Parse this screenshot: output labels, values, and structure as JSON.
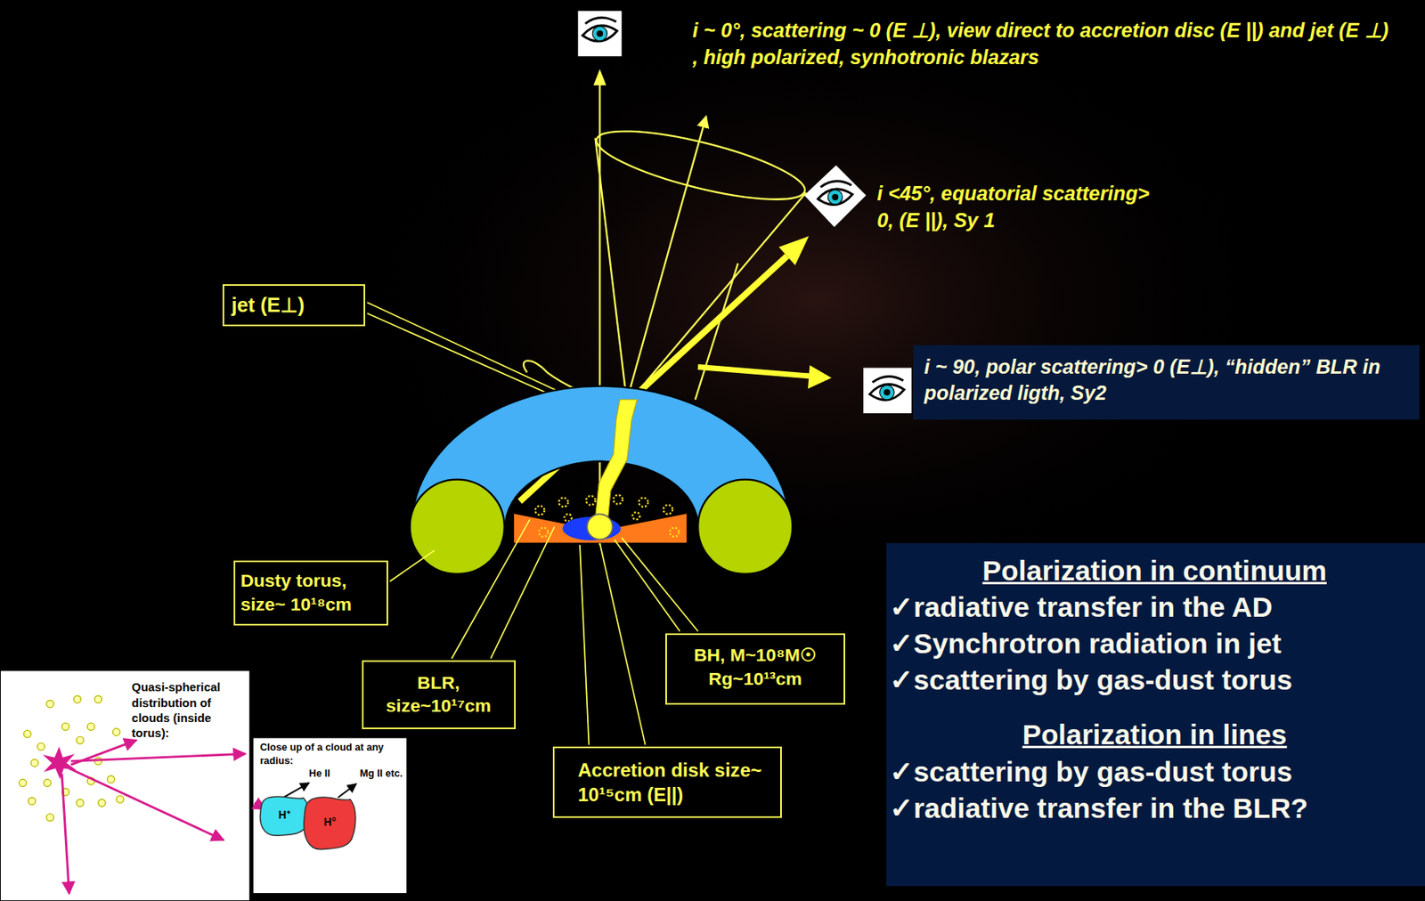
{
  "diagram": {
    "nodes": [
      {
        "text": [
          "jet (E⊥)"
        ]
      },
      {
        "text": [
          "i ~ 90, polar scattering> 0 (E⊥), “hidden” BLR in polarized ligth, Sy2"
        ]
      },
      {
        "text": [
          "Dusty torus, size~ 10¹⁸cm"
        ]
      },
      {
        "text": [
          "BH, M~10⁸M☉ Rg~10¹³cm"
        ]
      },
      {
        "text": [
          "BLR, size~10¹⁷cm"
        ]
      },
      {
        "text": [
          "Accretion disk size~ 10¹⁵cm (E||)"
        ]
      },
      {
        "text": [
          "Polarization in continuum",
          "✓radiative transfer in the AD",
          "✓Synchrotron radiation in jet",
          "✓scattering by gas-dust torus",
          "Polarization in lines",
          "✓scattering by gas-dust torus",
          "✓radiative transfer in the BLR?"
        ]
      },
      {
        "text": [
          "Quasi-spherical distribution of clouds (inside torus):"
        ]
      },
      {
        "text": [
          "Close up of a cloud at any radius:",
          "He II",
          "Mg II etc."
        ]
      },
      {
        "text": [
          "H⁺"
        ],
        "in": 8
      },
      {
        "text": [
          "H°"
        ],
        "in": 8
      }
    ],
    "labels": [
      "i ~ 0°, scattering ~ 0 (E ⊥), view direct to accretion disc (E ||) and jet (E ⊥) , high polarized, synhotronic blazars",
      "i <45°, equatorial scattering> 0, (E ||), Sy 1"
    ]
  }
}
